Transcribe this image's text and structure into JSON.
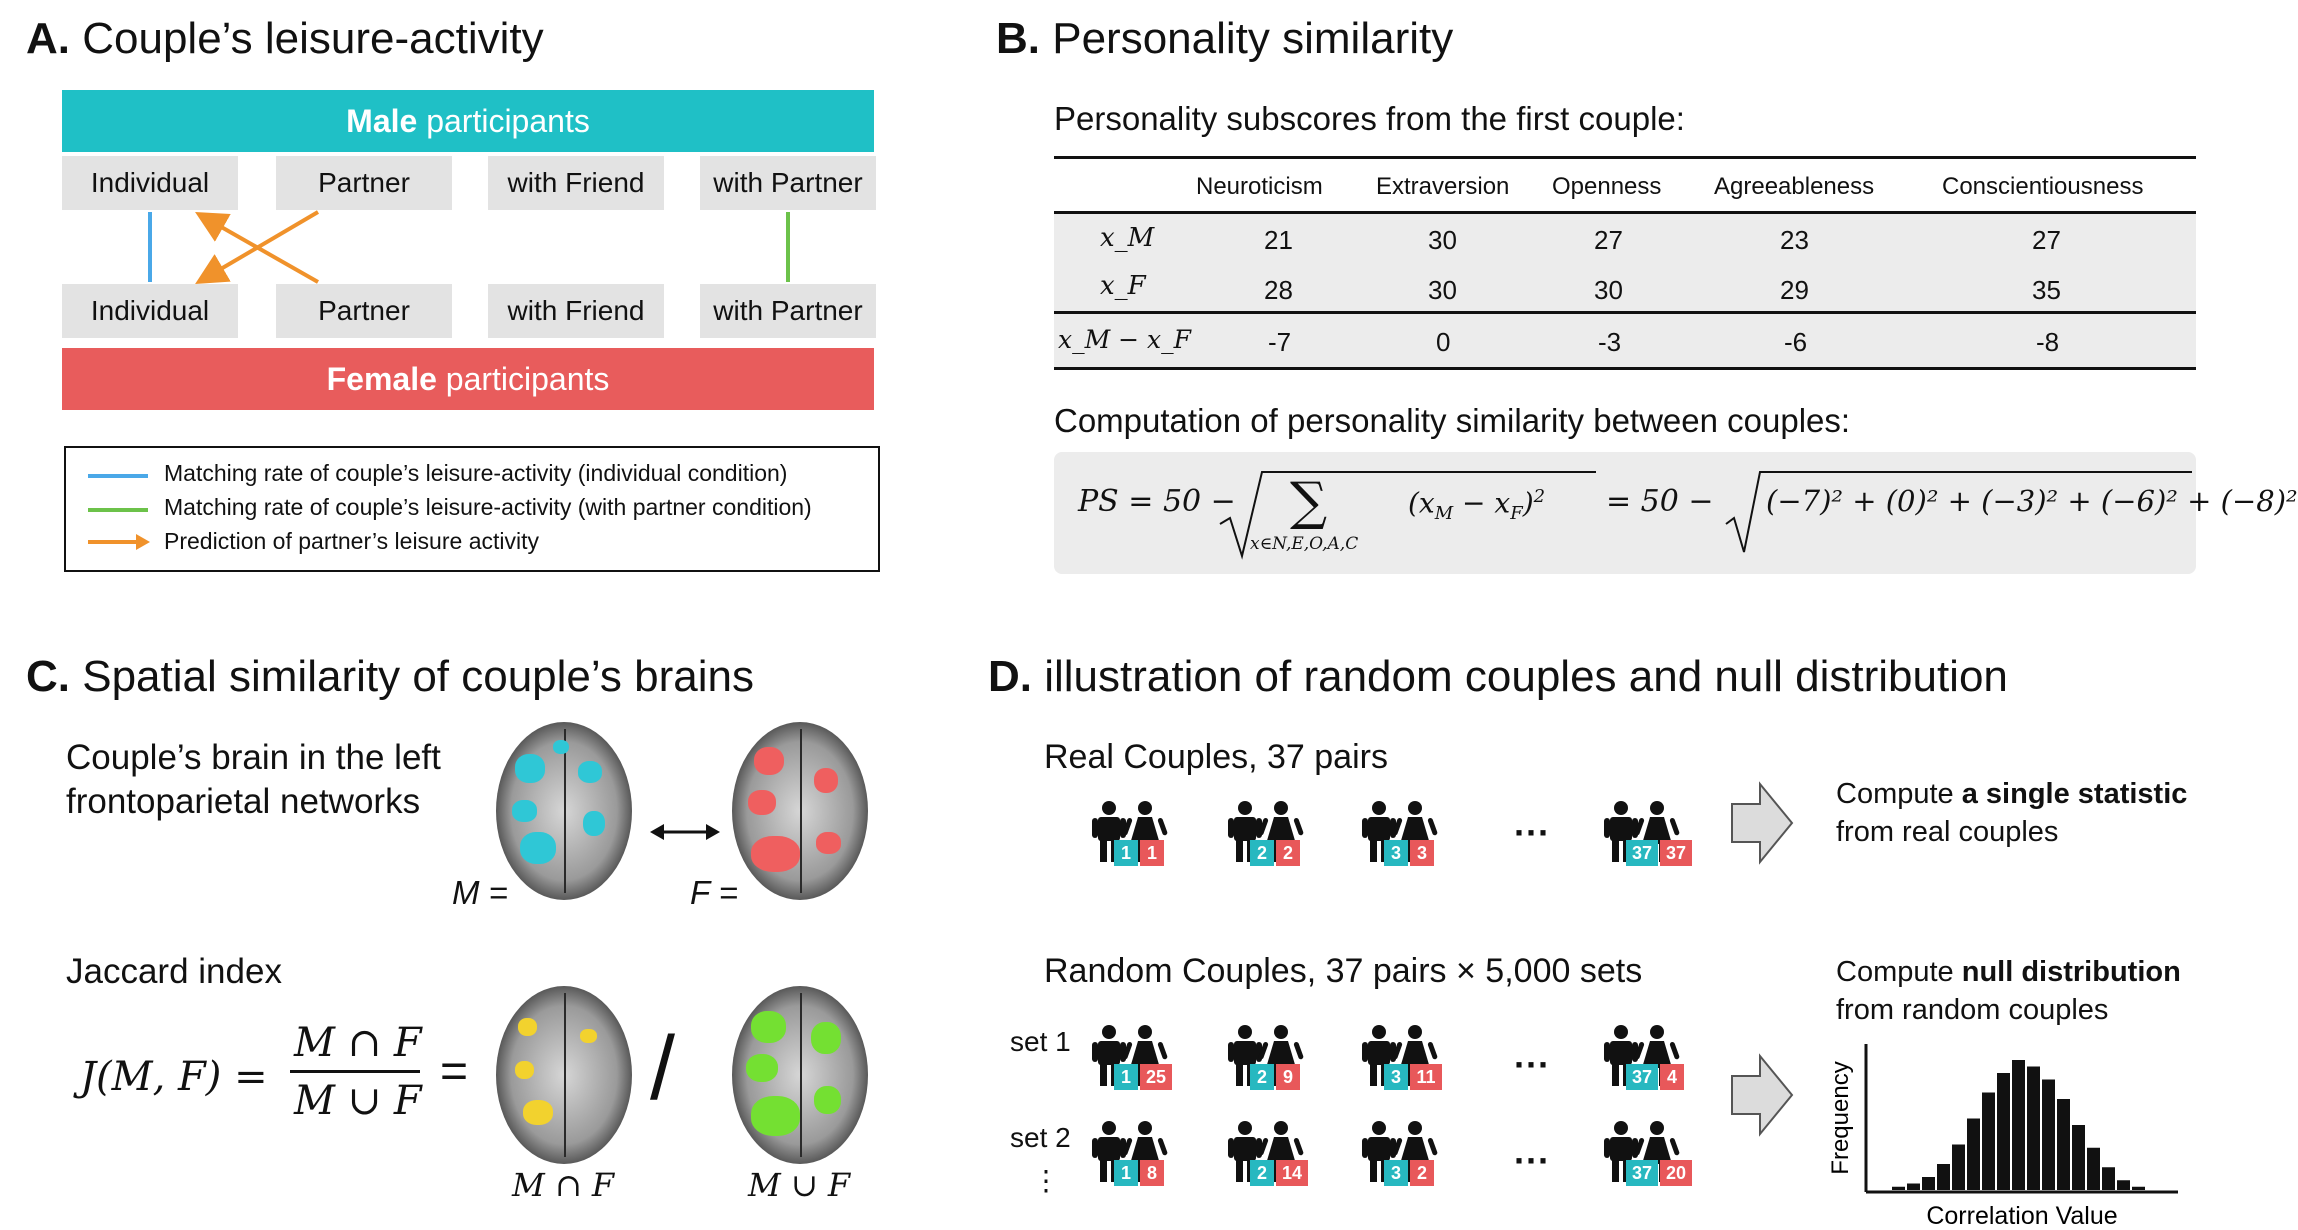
{
  "colors": {
    "teal": "#1fbfc7",
    "red": "#e85c5c",
    "blue_line": "#4aa8e8",
    "green_line": "#6cc24a",
    "orange": "#f0922b",
    "panel_grey": "#ececec"
  },
  "panelA": {
    "letter": "A.",
    "title": "Couple’s leisure-activity",
    "male_bold": "Male",
    "male_rest": " participants",
    "female_bold": "Female",
    "female_rest": " participants",
    "boxes": [
      "Individual",
      "Partner",
      "with Friend",
      "with Partner"
    ],
    "legend": [
      "Matching rate of couple’s leisure-activity (individual condition)",
      "Matching rate of couple’s leisure-activity (with partner condition)",
      "Prediction of partner’s leisure activity"
    ]
  },
  "panelB": {
    "letter": "B.",
    "title": "Personality similarity",
    "subtitle": "Personality subscores from the first couple:",
    "headers": [
      "Neuroticism",
      "Extraversion",
      "Openness",
      "Agreeableness",
      "Conscientiousness"
    ],
    "rows": [
      {
        "label": "x_M",
        "values": [
          "21",
          "30",
          "27",
          "23",
          "27"
        ]
      },
      {
        "label": "x_F",
        "values": [
          "28",
          "30",
          "30",
          "29",
          "35"
        ]
      },
      {
        "label": "x_M − x_F",
        "values": [
          "-7",
          "0",
          "-3",
          "-6",
          "-8"
        ]
      }
    ],
    "computation_title": "Computation of personality similarity between couples:",
    "formula_lhs": "PS = 50 −",
    "formula_sum_sub": "x∈N,E,O,A,C",
    "formula_sum_term": "(x",
    "formula_mid": "= 50 −",
    "formula_rhs": "(−7)² + (0)² + (−3)² + (−6)² + (−8)²"
  },
  "panelC": {
    "letter": "C.",
    "title": "Spatial similarity of couple’s brains",
    "line1": "Couple’s brain in the left",
    "line2": "frontoparietal networks",
    "m_label": "M =",
    "f_label": "F =",
    "jaccard": "Jaccard index",
    "j_lhs": "J(M, F) =",
    "j_num": "M ∩ F",
    "j_den": "M ∪ F",
    "eq": "=",
    "slash": "/",
    "cap_label": "M ∩ F",
    "cup_label": "M ∪ F"
  },
  "panelD": {
    "letter": "D.",
    "title": "illustration of random couples and null distribution",
    "real_title": "Real Couples, 37 pairs",
    "real_pairs": [
      [
        "1",
        "1"
      ],
      [
        "2",
        "2"
      ],
      [
        "3",
        "3"
      ],
      [
        "37",
        "37"
      ]
    ],
    "ellipsis": "···",
    "compute1_pre": "Compute ",
    "compute1_bold": "a single statistic",
    "compute1_line2": "from real couples",
    "random_title": "Random Couples, 37 pairs × 5,000 sets",
    "set1_label": "set 1",
    "set1_pairs": [
      [
        "1",
        "25"
      ],
      [
        "2",
        "9"
      ],
      [
        "3",
        "11"
      ],
      [
        "37",
        "4"
      ]
    ],
    "set2_label": "set 2",
    "set2_pairs": [
      [
        "1",
        "8"
      ],
      [
        "2",
        "14"
      ],
      [
        "3",
        "2"
      ],
      [
        "37",
        "20"
      ]
    ],
    "vdots": "⋮",
    "compute2_pre": "Compute ",
    "compute2_bold": "null distribution",
    "compute2_line2": "from random couples",
    "hist_ylabel": "Frequency",
    "hist_xlabel": "Correlation Value",
    "hist_values": [
      1,
      2,
      4,
      8,
      14,
      22,
      30,
      36,
      40,
      38,
      34,
      28,
      20,
      13,
      7,
      3,
      1
    ]
  }
}
